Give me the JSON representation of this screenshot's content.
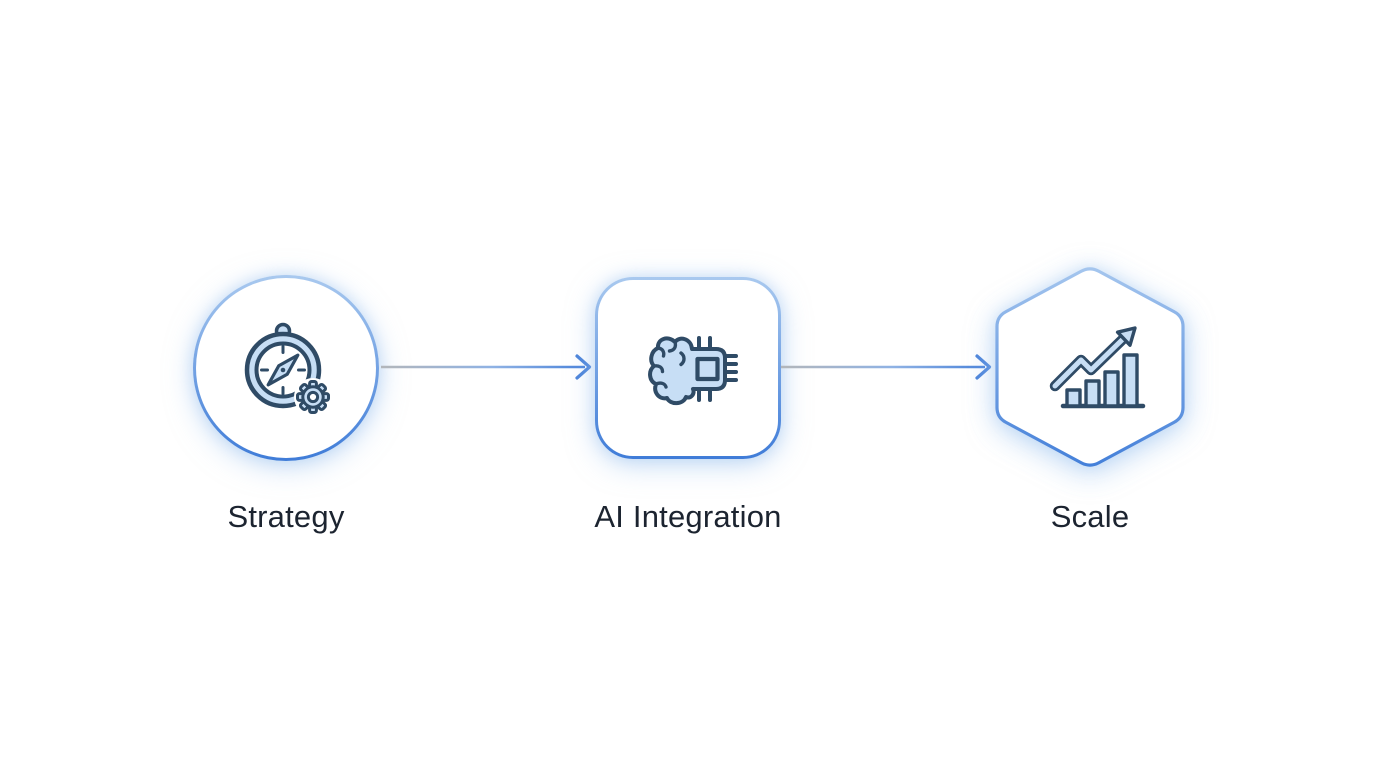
{
  "diagram": {
    "nodes": [
      {
        "id": "strategy",
        "label": "Strategy",
        "shape": "circle",
        "icon": "compass-gear"
      },
      {
        "id": "ai-integration",
        "label": "AI Integration",
        "shape": "rounded-square",
        "icon": "brain-chip"
      },
      {
        "id": "scale",
        "label": "Scale",
        "shape": "hexagon",
        "icon": "growth-bar-chart"
      }
    ],
    "connectors": [
      {
        "from": "strategy",
        "to": "ai-integration",
        "style": "gradient-line-arrow-right"
      },
      {
        "from": "ai-integration",
        "to": "scale",
        "style": "gradient-line-arrow-right"
      }
    ]
  },
  "colors": {
    "page_bg": "#ffffff",
    "border_gradient_top": "#a9c9ef",
    "border_gradient_bottom": "#3f7cd8",
    "glow": "#bcd6f3",
    "icon_outline": "#2f4b66",
    "icon_fill": "#c7def5",
    "connector_gray": "#b3b6ba",
    "connector_blue": "#4c84da",
    "label_text": "#1c2430"
  }
}
